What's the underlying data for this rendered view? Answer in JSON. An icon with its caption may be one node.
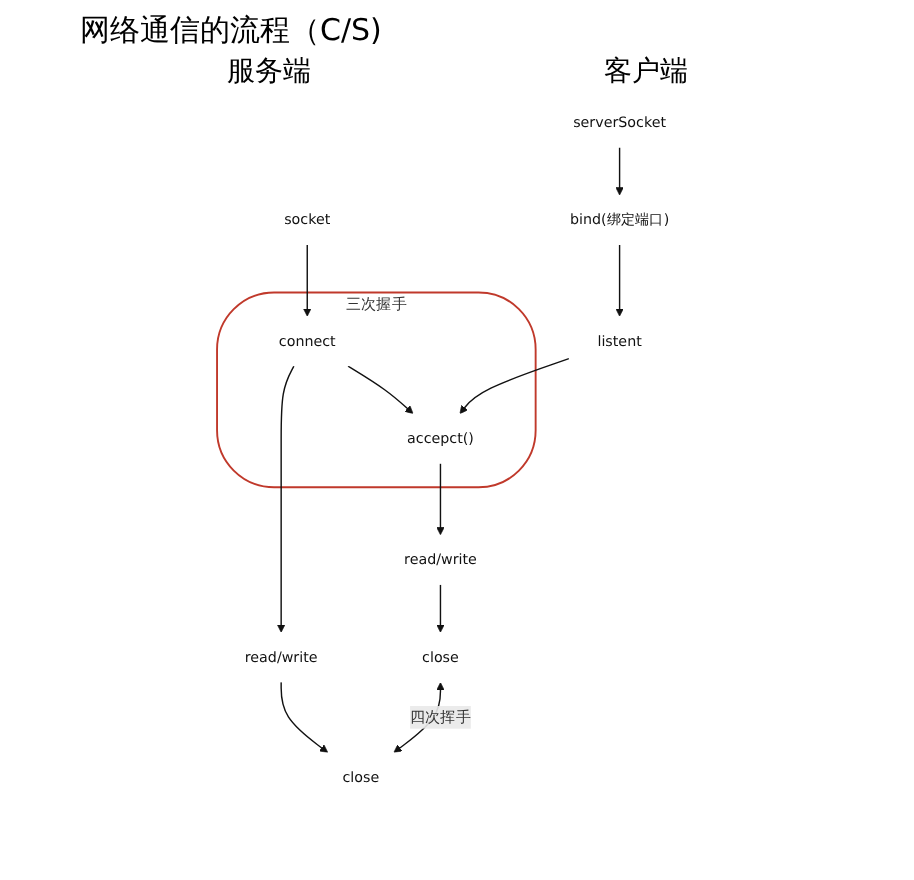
{
  "diagram": {
    "title": "网络通信的流程（C/S)",
    "nodes": [
      {
        "text": [
          "serverSocket"
        ]
      },
      {
        "text": [
          "socket"
        ]
      },
      {
        "text": [
          "bind(绑定端口)"
        ]
      },
      {
        "text": [
          "listent"
        ]
      },
      {
        "text": [
          "三次握手"
        ]
      },
      {
        "text": [
          "accepct()"
        ],
        "in": 4
      },
      {
        "text": [
          "connect"
        ],
        "in": 4
      },
      {
        "text": [
          "read/write"
        ]
      },
      {
        "text": [
          "read/write"
        ]
      },
      {
        "text": [
          "close"
        ]
      },
      {
        "text": [
          "close"
        ]
      }
    ],
    "edges": [
      {
        "from": 0,
        "to": 2,
        "arrow": "to"
      },
      {
        "from": 2,
        "to": 3,
        "arrow": "to"
      },
      {
        "from": 3,
        "to": 5,
        "arrow": "to"
      },
      {
        "from": 1,
        "to": 6,
        "arrow": "to"
      },
      {
        "from": 6,
        "to": 5,
        "arrow": "to"
      },
      {
        "from": 5,
        "to": 7,
        "arrow": "to"
      },
      {
        "from": 6,
        "to": 8,
        "arrow": "to"
      },
      {
        "from": 7,
        "to": 9,
        "arrow": "to"
      },
      {
        "from": 8,
        "to": 10,
        "arrow": "to"
      },
      {
        "from": 9,
        "to": 10,
        "arrow": "both",
        "label": "四次挥手"
      }
    ],
    "labels": [
      "服务端",
      "客户端"
    ]
  }
}
